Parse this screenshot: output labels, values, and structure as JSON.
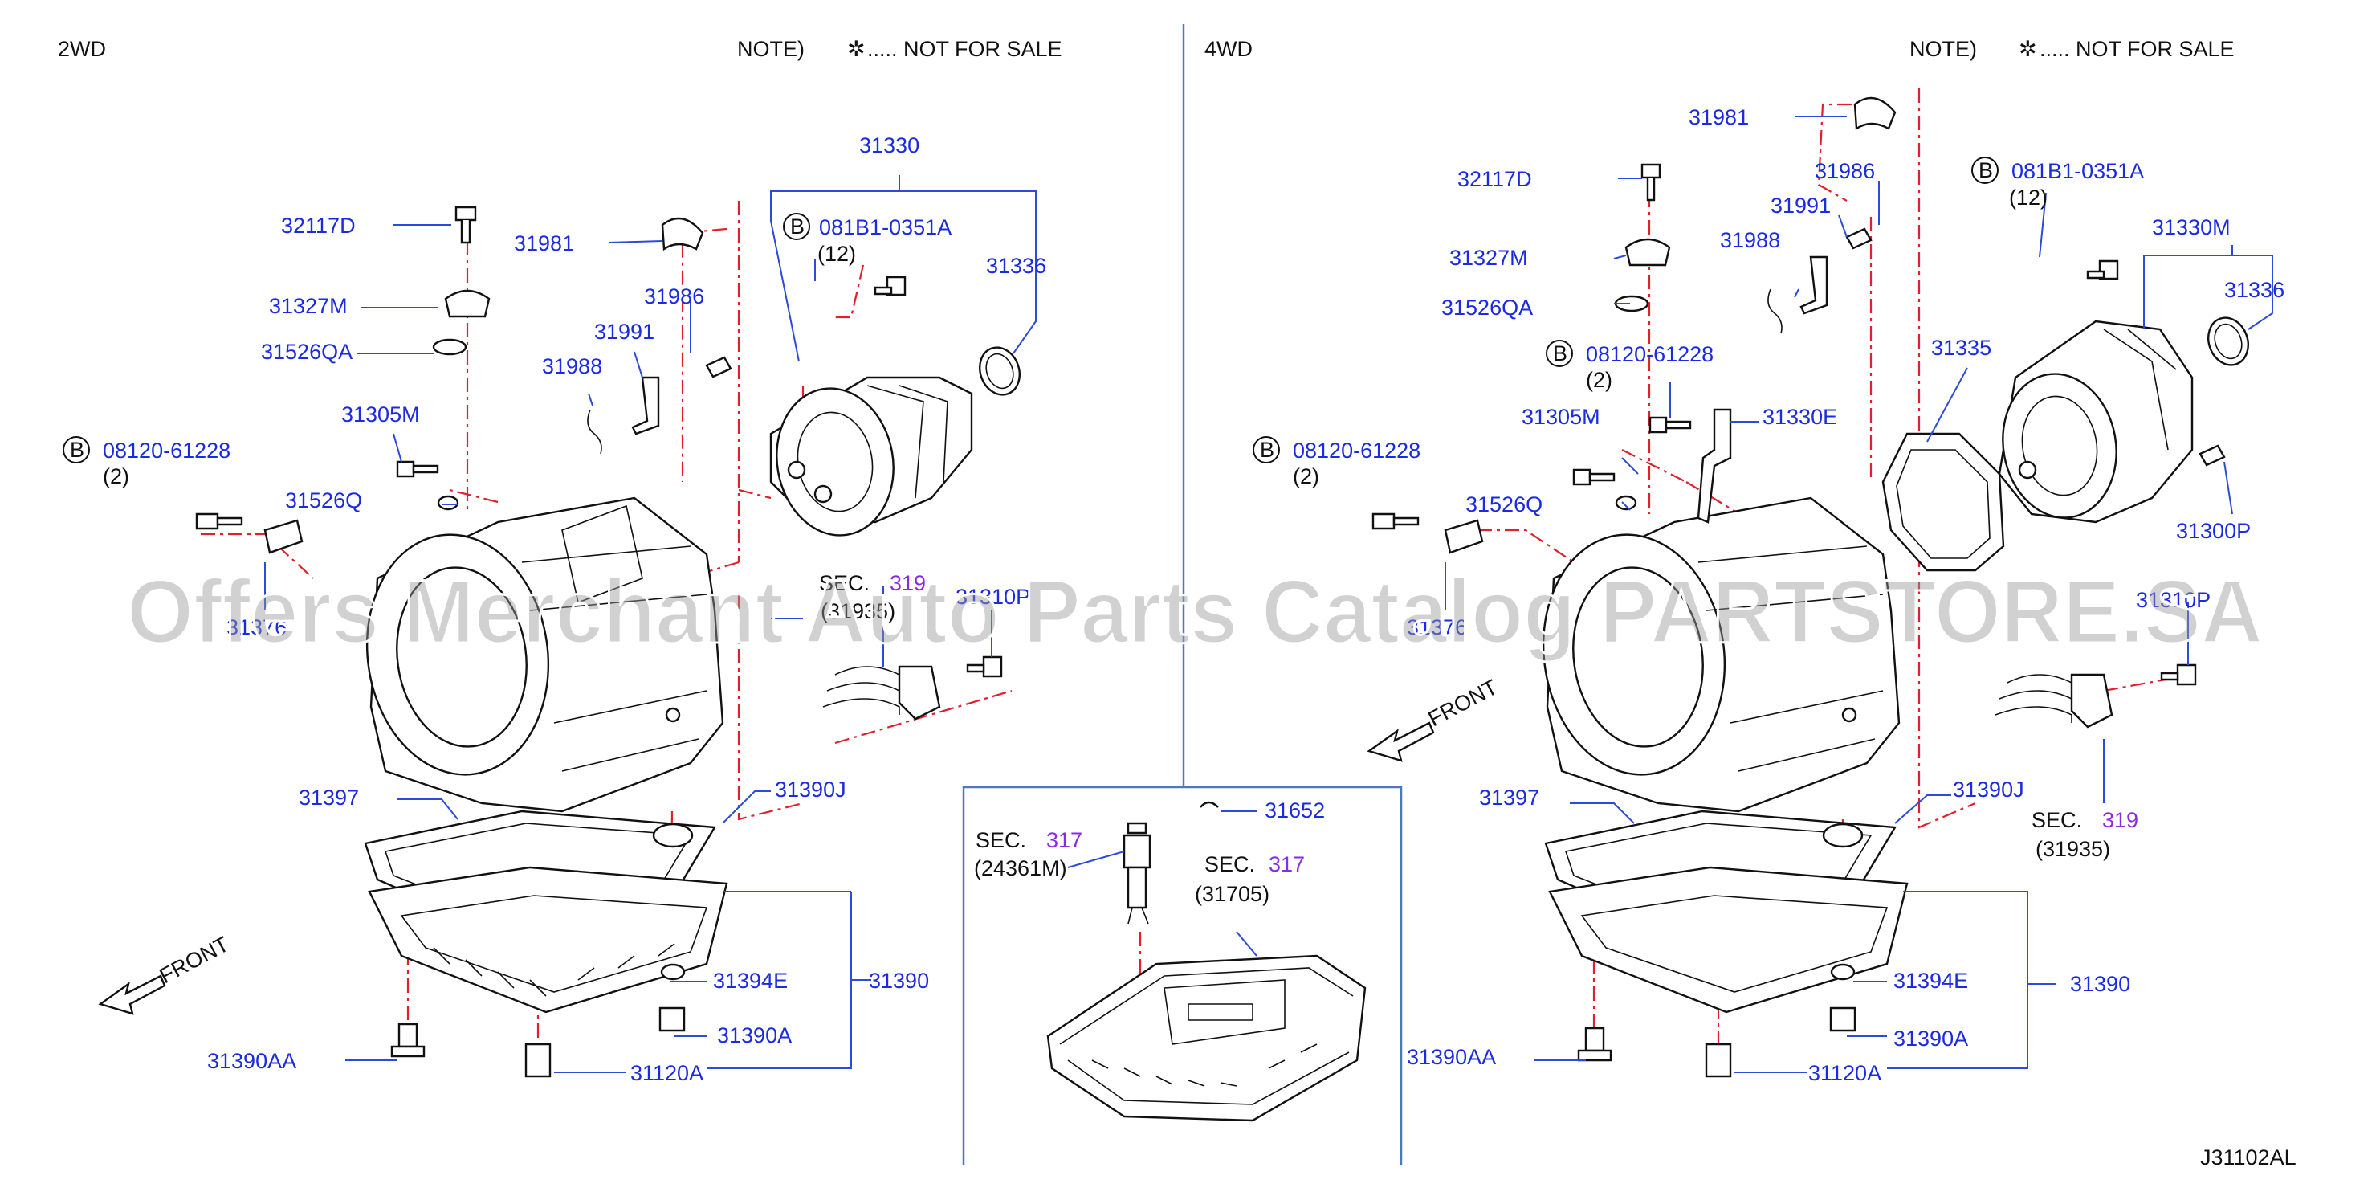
{
  "headers": {
    "left_title": "2WD",
    "right_title": "4WD",
    "note_left": "NOTE)",
    "note_right": "NOTE)",
    "note_star": "✲",
    "note_text": "..... NOT FOR SALE",
    "diagram_code": "J31102AL"
  },
  "watermark": "Offers Merchant Auto Parts Catalog PARTSTORE.SA",
  "colors": {
    "label": "#1a2be0",
    "leader": "#2b4bd8",
    "centerline": "#e0202a",
    "sec_ref": "#8a2be2",
    "divider": "#4a7ab8"
  },
  "left_labels": {
    "p31330": "31330",
    "p32117d": "32117D",
    "p31981": "31981",
    "p081b1_circle": "B",
    "p081b1": "081B1-0351A",
    "p081b1_qty": "(12)",
    "p31336": "31336",
    "p31327m": "31327M",
    "p31986": "31986",
    "p31991": "31991",
    "p31526qa": "31526QA",
    "p31988": "31988",
    "p31305m": "31305M",
    "p08120_circle": "B",
    "p08120": "08120-61228",
    "p08120_qty": "(2)",
    "p31526q": "31526Q",
    "p31376": "31376",
    "sec_word": "SEC.",
    "sec_num": "319",
    "sec_sub": "(31935)",
    "p31310p": "31310P",
    "p31397": "31397",
    "p31390j": "31390J",
    "p31394e": "31394E",
    "p31390": "31390",
    "p31390a": "31390A",
    "p31390aa": "31390AA",
    "p31120a": "31120A",
    "front": "FRONT"
  },
  "middle_labels": {
    "p31652": "31652",
    "sec1_word": "SEC.",
    "sec1_num": "317",
    "sec1_sub": "(24361M)",
    "sec2_word": "SEC.",
    "sec2_num": "317",
    "sec2_sub": "(31705)"
  },
  "right_labels": {
    "p31981": "31981",
    "p31986": "31986",
    "p081b1_circle": "B",
    "p081b1": "081B1-0351A",
    "p081b1_qty": "(12)",
    "p32117d": "32117D",
    "p31991": "31991",
    "p31330m": "31330M",
    "p31327m": "31327M",
    "p31988": "31988",
    "p31336": "31336",
    "p31526qa": "31526QA",
    "p08120a_circle": "B",
    "p08120a": "08120-61228",
    "p08120a_qty": "(2)",
    "p31335": "31335",
    "p31305m": "31305M",
    "p31330e": "31330E",
    "p08120b_circle": "B",
    "p08120b": "08120-61228",
    "p08120b_qty": "(2)",
    "p31526q": "31526Q",
    "p31300p": "31300P",
    "p31376": "31376",
    "p31310p": "31310P",
    "front": "FRONT",
    "p31397": "31397",
    "p31390j": "31390J",
    "sec_word": "SEC.",
    "sec_num": "319",
    "sec_sub": "(31935)",
    "p31394e": "31394E",
    "p31390": "31390",
    "p31390a": "31390A",
    "p31390aa": "31390AA",
    "p31120a": "31120A"
  }
}
